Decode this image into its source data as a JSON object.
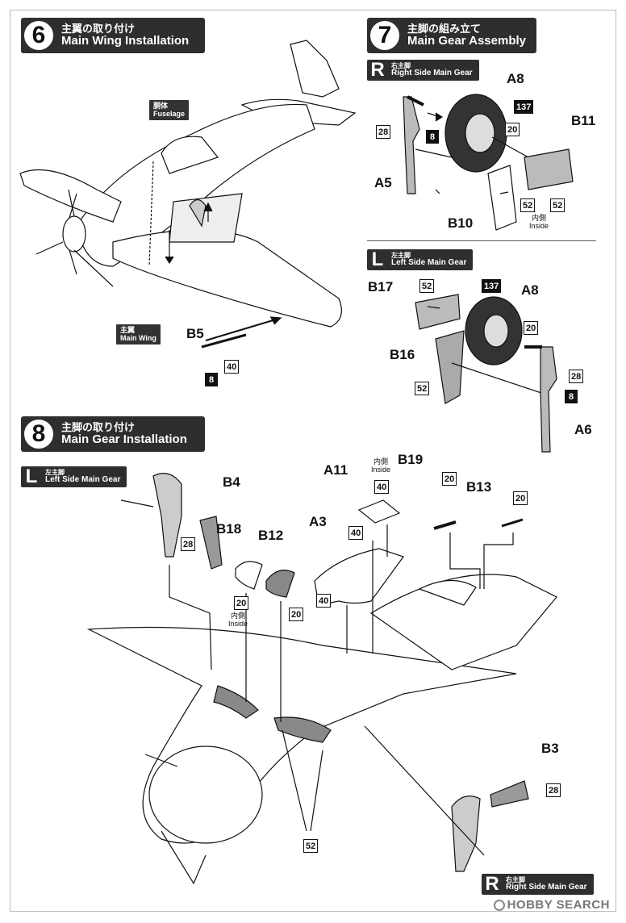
{
  "steps": {
    "s6": {
      "num": "6",
      "jp": "主翼の取り付け",
      "en": "Main Wing Installation"
    },
    "s7": {
      "num": "7",
      "jp": "主脚の組み立て",
      "en": "Main Gear Assembly"
    },
    "s8": {
      "num": "8",
      "jp": "主脚の取り付け",
      "en": "Main Gear Installation"
    }
  },
  "callouts": {
    "fuselage": {
      "jp": "胴体",
      "en": "Fuselage"
    },
    "main_wing": {
      "jp": "主翼",
      "en": "Main Wing"
    }
  },
  "sides": {
    "r7": {
      "letter": "R",
      "jp": "右主脚",
      "en": "Right Side Main Gear"
    },
    "l7": {
      "letter": "L",
      "jp": "左主脚",
      "en": "Left Side Main Gear"
    },
    "l8": {
      "letter": "L",
      "jp": "左主脚",
      "en": "Left Side Main Gear"
    },
    "r8": {
      "letter": "R",
      "jp": "右主脚",
      "en": "Right Side Main Gear"
    }
  },
  "parts": {
    "b5": "B5",
    "a8_r": "A8",
    "b11": "B11",
    "a5": "A5",
    "b10": "B10",
    "b17": "B17",
    "a8_l": "A8",
    "b16": "B16",
    "a6": "A6",
    "b4": "B4",
    "a11": "A11",
    "b19": "B19",
    "b13": "B13",
    "a3": "A3",
    "b18": "B18",
    "b12": "B12",
    "b3": "B3"
  },
  "colors": {
    "b5_a": "8",
    "b5_b": "40",
    "r_137": "137",
    "r_20": "20",
    "r_28": "28",
    "r_8": "8",
    "r_52a": "52",
    "r_52b": "52",
    "l_52a": "52",
    "l_137": "137",
    "l_20": "20",
    "l_52b": "52",
    "l_28": "28",
    "l_8": "8",
    "s8_28a": "28",
    "s8_40a": "40",
    "s8_20a": "20",
    "s8_20b": "20",
    "s8_40b": "40",
    "s8_40c": "40",
    "s8_20c": "20",
    "s8_20d": "20",
    "s8_52": "52",
    "s8_28b": "28"
  },
  "notes": {
    "inside_r7_jp": "内側",
    "inside_r7_en": "Inside",
    "inside_a11_jp": "内側",
    "inside_a11_en": "Inside",
    "inside_b18_jp": "内側",
    "inside_b18_en": "Inside"
  },
  "watermark": "HOBBY SEARCH"
}
